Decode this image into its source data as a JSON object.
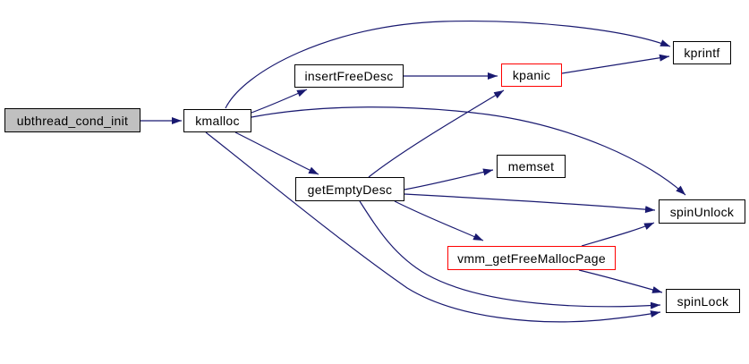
{
  "diagram": {
    "type": "call-graph",
    "root_function": "ubthread_cond_init",
    "colors": {
      "edge": "#191970",
      "node_border": "#000000",
      "highlighted_node_border": "#ff0000",
      "root_node_fill": "#c0c0c0",
      "background": "#ffffff",
      "text": "#000000"
    },
    "nodes": [
      {
        "id": "ubthread_cond_init",
        "label": "ubthread_cond_init",
        "kind": "root"
      },
      {
        "id": "kmalloc",
        "label": "kmalloc",
        "kind": "normal"
      },
      {
        "id": "insertFreeDesc",
        "label": "insertFreeDesc",
        "kind": "normal"
      },
      {
        "id": "kpanic",
        "label": "kpanic",
        "kind": "highlighted"
      },
      {
        "id": "kprintf",
        "label": "kprintf",
        "kind": "normal"
      },
      {
        "id": "getEmptyDesc",
        "label": "getEmptyDesc",
        "kind": "normal"
      },
      {
        "id": "memset",
        "label": "memset",
        "kind": "normal"
      },
      {
        "id": "spinUnlock",
        "label": "spinUnlock",
        "kind": "normal"
      },
      {
        "id": "vmm_getFreeMallocPage",
        "label": "vmm_getFreeMallocPage",
        "kind": "highlighted"
      },
      {
        "id": "spinLock",
        "label": "spinLock",
        "kind": "normal"
      }
    ],
    "edges": [
      {
        "from": "ubthread_cond_init",
        "to": "kmalloc"
      },
      {
        "from": "kmalloc",
        "to": "insertFreeDesc"
      },
      {
        "from": "kmalloc",
        "to": "kprintf"
      },
      {
        "from": "kmalloc",
        "to": "getEmptyDesc"
      },
      {
        "from": "kmalloc",
        "to": "spinUnlock"
      },
      {
        "from": "kmalloc",
        "to": "spinLock"
      },
      {
        "from": "insertFreeDesc",
        "to": "kpanic"
      },
      {
        "from": "kpanic",
        "to": "kprintf"
      },
      {
        "from": "getEmptyDesc",
        "to": "kpanic"
      },
      {
        "from": "getEmptyDesc",
        "to": "memset"
      },
      {
        "from": "getEmptyDesc",
        "to": "spinUnlock"
      },
      {
        "from": "getEmptyDesc",
        "to": "vmm_getFreeMallocPage"
      },
      {
        "from": "getEmptyDesc",
        "to": "spinLock"
      },
      {
        "from": "vmm_getFreeMallocPage",
        "to": "spinUnlock"
      },
      {
        "from": "vmm_getFreeMallocPage",
        "to": "spinLock"
      }
    ]
  }
}
